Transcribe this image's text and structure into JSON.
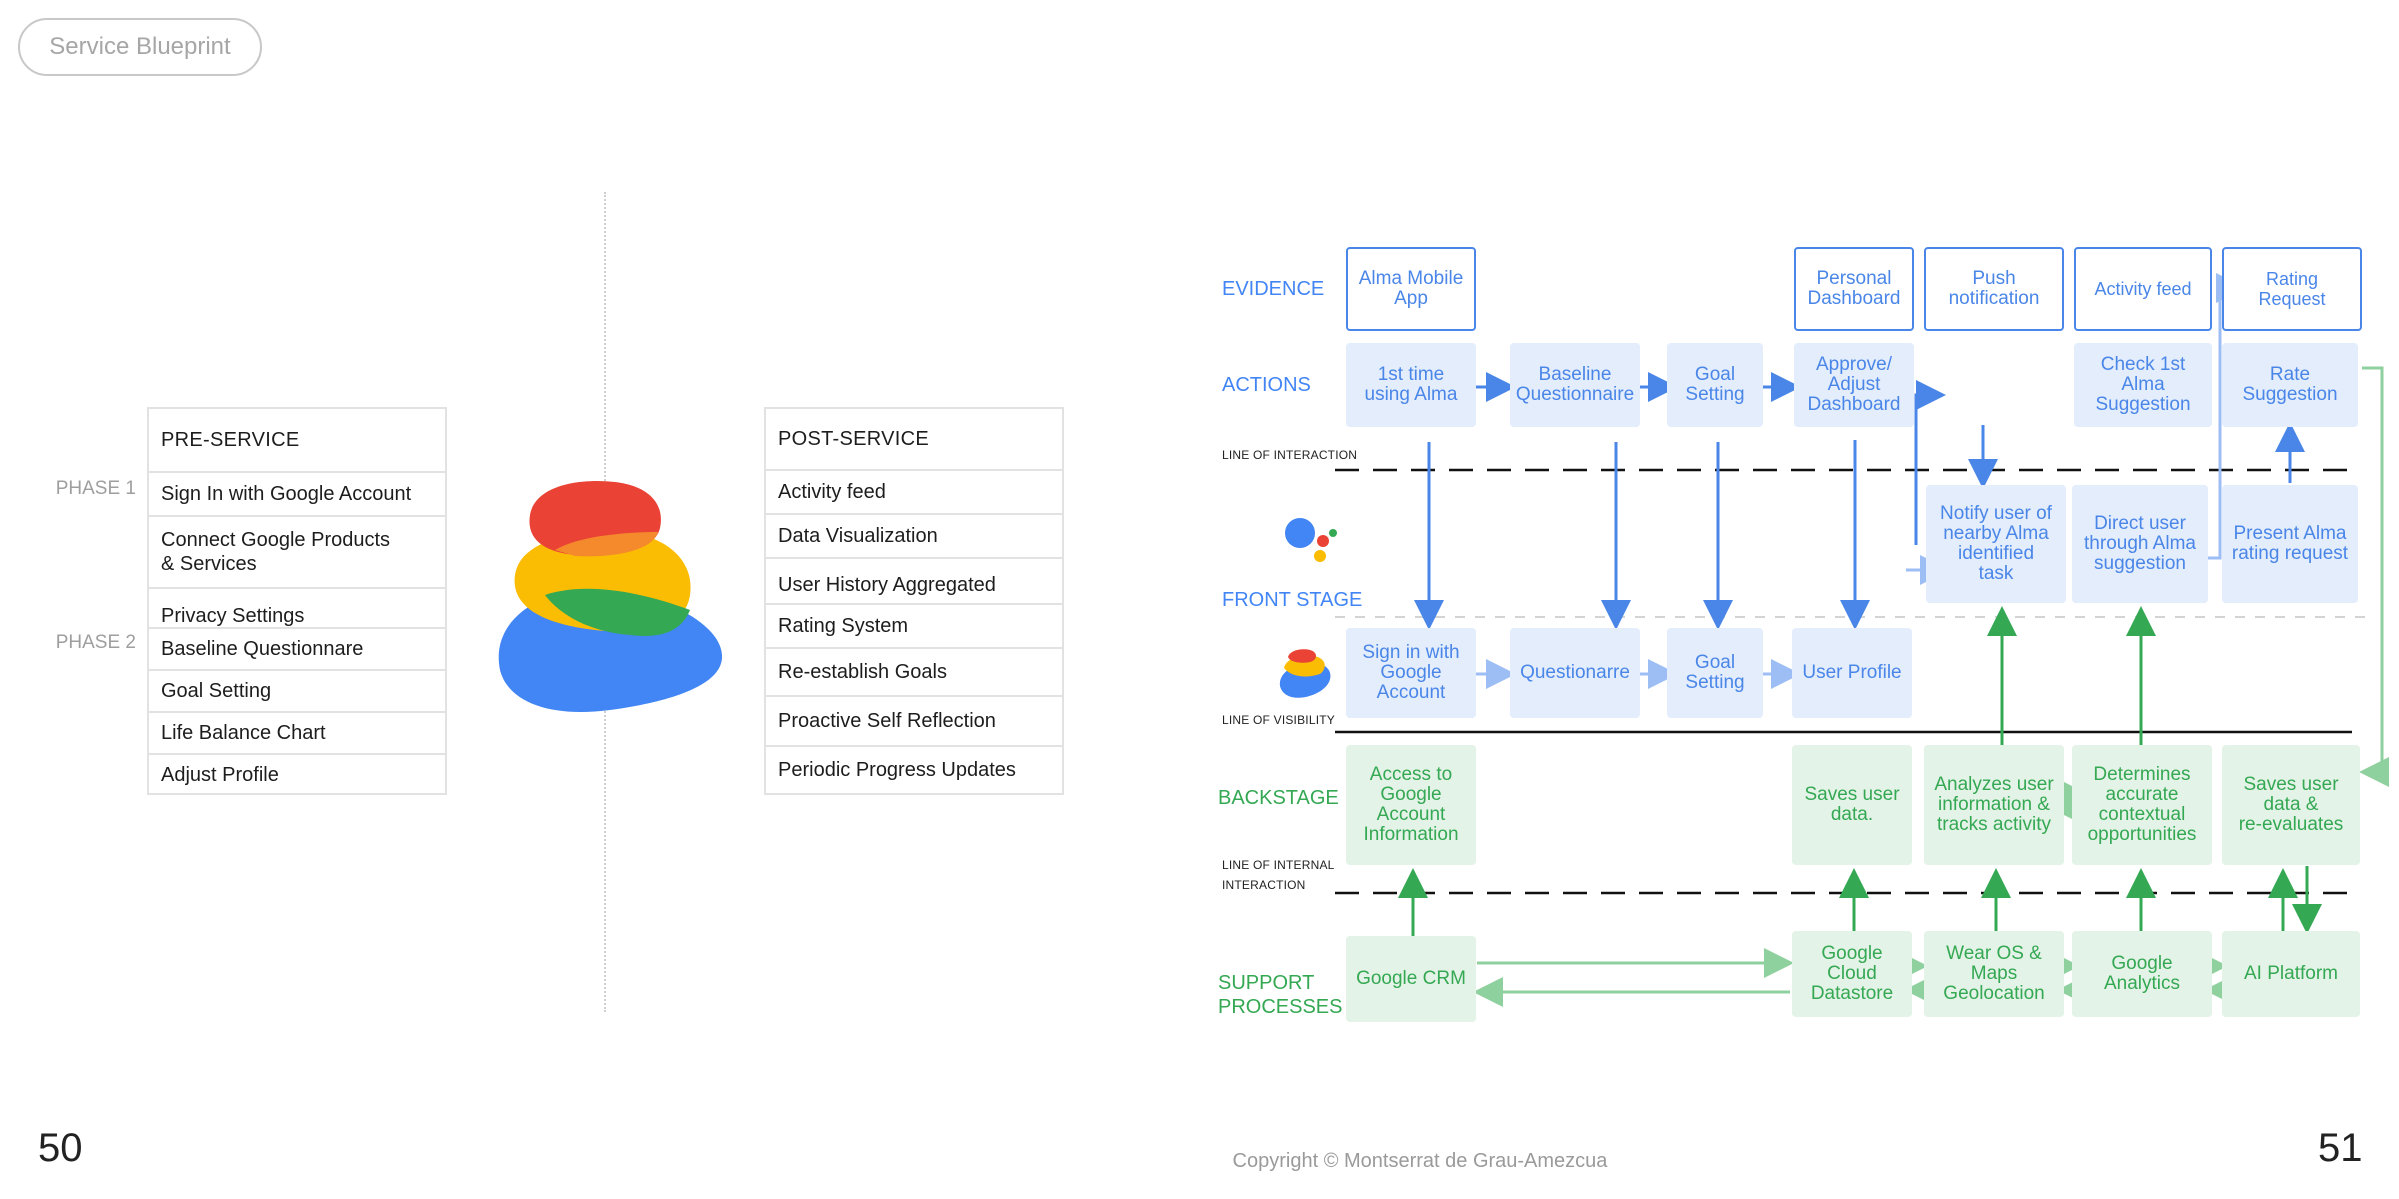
{
  "header": {
    "tag": "Service Blueprint"
  },
  "pages": {
    "left": "50",
    "right": "51"
  },
  "footer": {
    "copyright": "Copyright © Montserrat de Grau-Amezcua"
  },
  "phases": {
    "phase1": "PHASE 1",
    "phase2": "PHASE 2"
  },
  "pre_service": {
    "title": "PRE-SERVICE",
    "items": [
      "Sign In with Google Account",
      "Connect Google Products\n& Services",
      "Privacy Settings",
      "Baseline Questionnare",
      "Goal Setting",
      "Life Balance Chart",
      "Adjust Profile"
    ]
  },
  "post_service": {
    "title": "POST-SERVICE",
    "items": [
      "Activity feed",
      "Data Visualization",
      "User History Aggregated",
      "Rating System",
      "Re-establish Goals",
      "Proactive Self Reflection",
      "Periodic Progress Updates"
    ]
  },
  "lanes": {
    "evidence": "EVIDENCE",
    "actions": "ACTIONS",
    "front_stage": "FRONT STAGE",
    "backstage": "BACKSTAGE",
    "support": "SUPPORT\nPROCESSES"
  },
  "lines": {
    "interaction": "LINE OF INTERACTION",
    "visibility": "LINE OF VISIBILITY",
    "internal": "LINE OF INTERNAL\nINTERACTION"
  },
  "evidence": [
    "Alma Mobile\nApp",
    "Personal\nDashboard",
    "Push\nnotification",
    "Activity feed",
    "Rating\nRequest"
  ],
  "actions": [
    "1st time\nusing Alma",
    "Baseline\nQuestionnaire",
    "Goal\nSetting",
    "Approve/\nAdjust\nDashboard",
    "Check 1st Alma\nSuggestion",
    "Rate\nSuggestion"
  ],
  "front_upper": [
    "Notify user of\nnearby Alma\nidentified\ntask",
    "Direct user\nthrough Alma\nsuggestion",
    "Present Alma\nrating request"
  ],
  "front_lower": [
    "Sign in with\nGoogle\nAccount",
    "Questionarre",
    "Goal\nSetting",
    "User Profile"
  ],
  "backstage": [
    "Access to\nGoogle\nAccount\nInformation",
    "Saves user\ndata.",
    "Analyzes user\ninformation &\ntracks activity",
    "Determines\naccurate\ncontextual\nopportunities",
    "Saves user\ndata &\nre-evaluates"
  ],
  "support": [
    "Google CRM",
    "Google\nCloud\nDatastore",
    "Wear OS &\nMaps\nGeolocation",
    "Google\nAnalytics",
    "AI Platform"
  ],
  "colors": {
    "blue": "#4285f4",
    "green": "#34a853",
    "red": "#ea4335",
    "yellow": "#fbbc04"
  },
  "icons": [
    "google-assistant-icon",
    "alma-logo-small-icon",
    "alma-stone-logo-icon"
  ]
}
